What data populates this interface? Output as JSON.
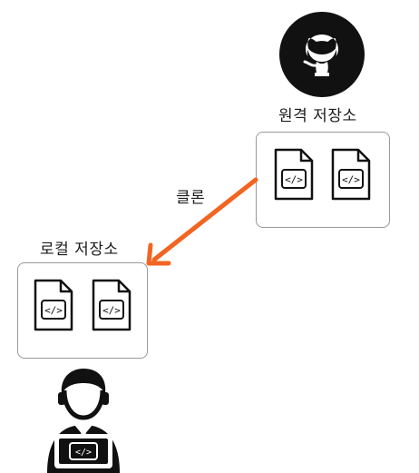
{
  "remote": {
    "label": "원격 저장소",
    "icon": "github-icon"
  },
  "local": {
    "label": "로컬 저장소"
  },
  "arrow": {
    "label": "클론",
    "color": "#f26522"
  },
  "files": {
    "icon": "code-file-icon",
    "glyph": "</>"
  },
  "user": {
    "icon": "developer-laptop-icon",
    "glyph": "</>"
  }
}
